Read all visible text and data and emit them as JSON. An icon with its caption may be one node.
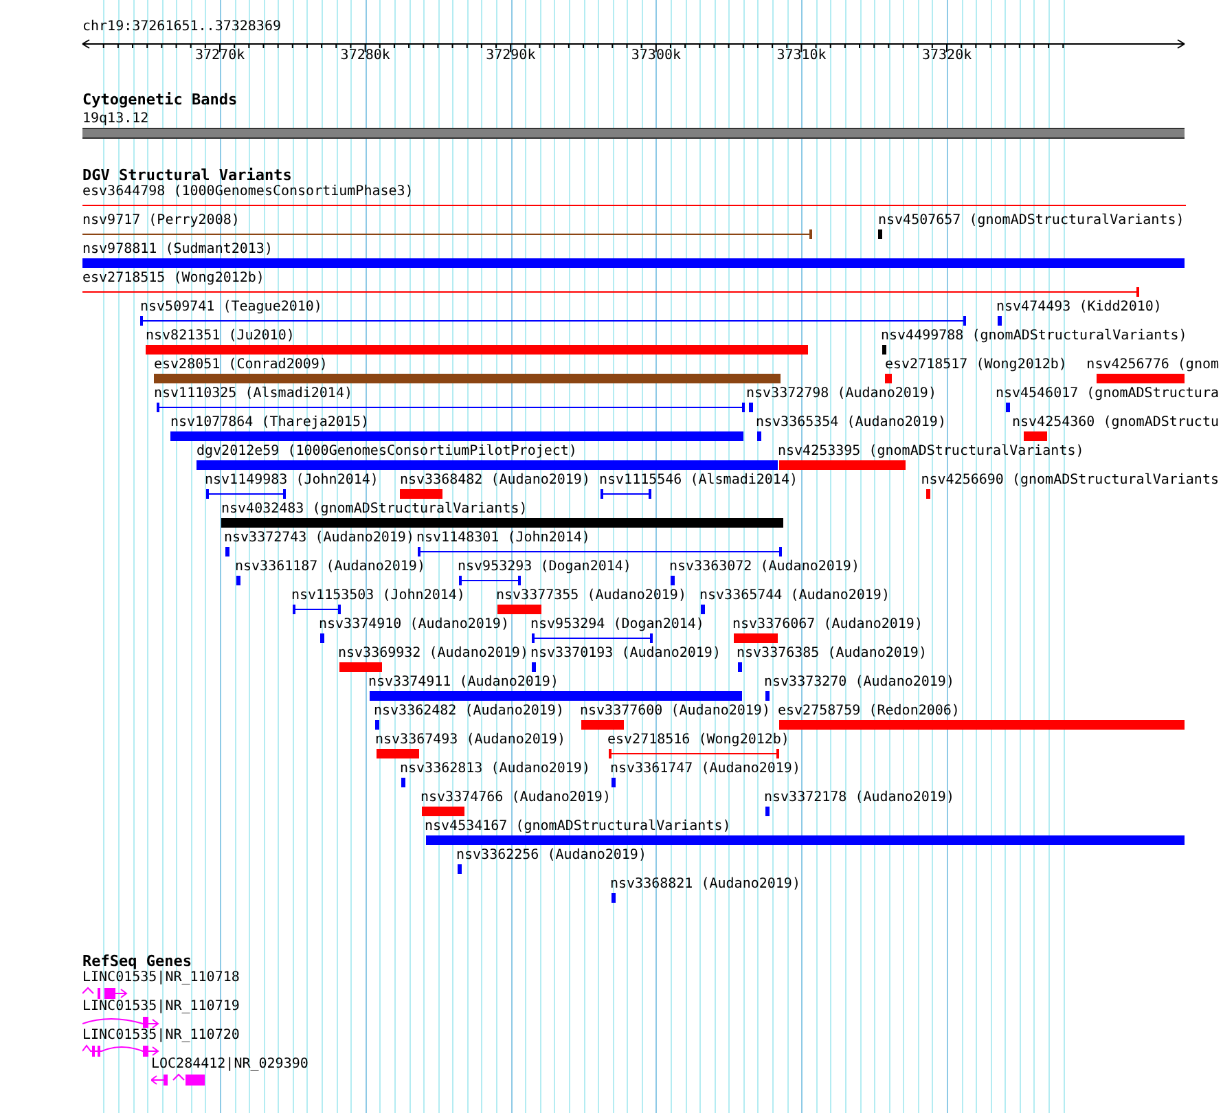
{
  "diagram": {
    "nodes": [
      {
        "text": [
          "Cytogenetic Bands"
        ]
      },
      {
        "text": [
          "19q13.12"
        ],
        "in": 0
      },
      {
        "text": [
          "DGV Structural Variants"
        ]
      },
      {
        "text": [
          "esv3644798 (1000GenomesConsortiumPhase3)"
        ],
        "in": 2
      },
      {
        "text": [
          "nsv9717 (Perry2008)"
        ],
        "in": 2
      },
      {
        "text": [
          "nsv4507657 (gnomADStructuralVariants)"
        ],
        "in": 2
      },
      {
        "text": [
          "nsv978811 (Sudmant2013)"
        ],
        "in": 2
      },
      {
        "text": [
          "esv2718515 (Wong2012b)"
        ],
        "in": 2
      },
      {
        "text": [
          "nsv509741 (Teague2010)"
        ],
        "in": 2
      },
      {
        "text": [
          "nsv474493 (Kidd2010)"
        ],
        "in": 2
      },
      {
        "text": [
          "nsv821351 (Ju2010)"
        ],
        "in": 2
      },
      {
        "text": [
          "nsv4499788 (gnomADStructuralVariants)"
        ],
        "in": 2
      },
      {
        "text": [
          "esv28051 (Conrad2009)"
        ],
        "in": 2
      },
      {
        "text": [
          "esv2718517 (Wong2012b)"
        ],
        "in": 2
      },
      {
        "text": [
          "nsv4256776 (gnom"
        ],
        "in": 2
      },
      {
        "text": [
          "nsv1110325 (Alsmadi2014)"
        ],
        "in": 2
      },
      {
        "text": [
          "nsv3372798 (Audano2019)"
        ],
        "in": 2
      },
      {
        "text": [
          "nsv4546017 (gnomADStructura"
        ],
        "in": 2
      },
      {
        "text": [
          "nsv1077864 (Thareja2015)"
        ],
        "in": 2
      },
      {
        "text": [
          "nsv3365354 (Audano2019)"
        ],
        "in": 2
      },
      {
        "text": [
          "nsv4254360 (gnomADStructu"
        ],
        "in": 2
      },
      {
        "text": [
          "dgv2012e59 (1000GenomesConsortiumPilotProject)"
        ],
        "in": 2
      },
      {
        "text": [
          "nsv4253395 (gnomADStructuralVariants)"
        ],
        "in": 2
      },
      {
        "text": [
          "nsv1149983 (John2014)"
        ],
        "in": 2
      },
      {
        "text": [
          "nsv3368482 (Audano2019)"
        ],
        "in": 2
      },
      {
        "text": [
          "nsv1115546 (Alsmadi2014)"
        ],
        "in": 2
      },
      {
        "text": [
          "nsv4256690 (gnomADStructuralVariants"
        ],
        "in": 2
      },
      {
        "text": [
          "nsv4032483 (gnomADStructuralVariants)"
        ],
        "in": 2
      },
      {
        "text": [
          "nsv3372743 (Audano2019)"
        ],
        "in": 2
      },
      {
        "text": [
          "nsv1148301 (John2014)"
        ],
        "in": 2
      },
      {
        "text": [
          "nsv3361187 (Audano2019)"
        ],
        "in": 2
      },
      {
        "text": [
          "nsv953293 (Dogan2014)"
        ],
        "in": 2
      },
      {
        "text": [
          "nsv3363072 (Audano2019)"
        ],
        "in": 2
      },
      {
        "text": [
          "nsv1153503 (John2014)"
        ],
        "in": 2
      },
      {
        "text": [
          "nsv3377355 (Audano2019)"
        ],
        "in": 2
      },
      {
        "text": [
          "nsv3365744 (Audano2019)"
        ],
        "in": 2
      },
      {
        "text": [
          "nsv3374910 (Audano2019)"
        ],
        "in": 2
      },
      {
        "text": [
          "nsv953294 (Dogan2014)"
        ],
        "in": 2
      },
      {
        "text": [
          "nsv3376067 (Audano2019)"
        ],
        "in": 2
      },
      {
        "text": [
          "nsv3369932 (Audano2019)"
        ],
        "in": 2
      },
      {
        "text": [
          "nsv3370193 (Audano2019)"
        ],
        "in": 2
      },
      {
        "text": [
          "nsv3376385 (Audano2019)"
        ],
        "in": 2
      },
      {
        "text": [
          "nsv3374911 (Audano2019)"
        ],
        "in": 2
      },
      {
        "text": [
          "nsv3373270 (Audano2019)"
        ],
        "in": 2
      },
      {
        "text": [
          "nsv3362482 (Audano2019)"
        ],
        "in": 2
      },
      {
        "text": [
          "nsv3377600 (Audano2019)"
        ],
        "in": 2
      },
      {
        "text": [
          "esv2758759 (Redon2006)"
        ],
        "in": 2
      },
      {
        "text": [
          "nsv3367493 (Audano2019)"
        ],
        "in": 2
      },
      {
        "text": [
          "esv2718516 (Wong2012b)"
        ],
        "in": 2
      },
      {
        "text": [
          "nsv3362813 (Audano2019)"
        ],
        "in": 2
      },
      {
        "text": [
          "nsv3361747 (Audano2019)"
        ],
        "in": 2
      },
      {
        "text": [
          "nsv3374766 (Audano2019)"
        ],
        "in": 2
      },
      {
        "text": [
          "nsv3372178 (Audano2019)"
        ],
        "in": 2
      },
      {
        "text": [
          "nsv4534167 (gnomADStructuralVariants)"
        ],
        "in": 2
      },
      {
        "text": [
          "nsv3362256 (Audano2019)"
        ],
        "in": 2
      },
      {
        "text": [
          "nsv3368821 (Audano2019)"
        ],
        "in": 2
      },
      {
        "text": [
          "RefSeq Genes"
        ]
      },
      {
        "text": [
          "LINC01535|NR_110718"
        ],
        "in": 56
      },
      {
        "text": [
          "LINC01535|NR_110719"
        ],
        "in": 56
      },
      {
        "text": [
          "LINC01535|NR_110720"
        ],
        "in": 56
      },
      {
        "text": [
          "LOC284412|NR_029390"
        ],
        "in": 56
      }
    ],
    "labels": [
      "chr19:37261651..37328369",
      "37270k",
      "37280k",
      "37290k",
      "37300k",
      "37310k",
      "37320k"
    ]
  }
}
